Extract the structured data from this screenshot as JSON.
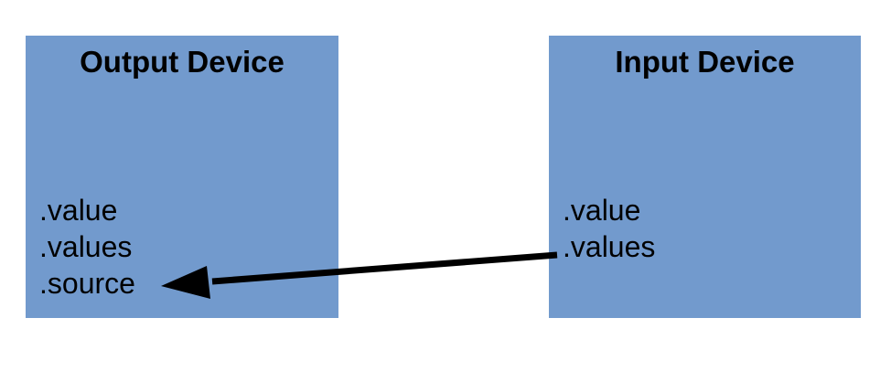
{
  "colors": {
    "box_fill": "#729ACD",
    "arrow": "#000000",
    "text": "#000000",
    "background": "#FFFFFF"
  },
  "output_device": {
    "title": "Output Device",
    "properties": [
      ".value",
      ".values",
      ".source"
    ]
  },
  "input_device": {
    "title": "Input Device",
    "properties": [
      ".value",
      ".values"
    ]
  },
  "arrow": {
    "from_box": "Input Device",
    "from_property": ".values",
    "to_box": "Output Device",
    "to_property": ".source",
    "direction": "right-to-left"
  }
}
